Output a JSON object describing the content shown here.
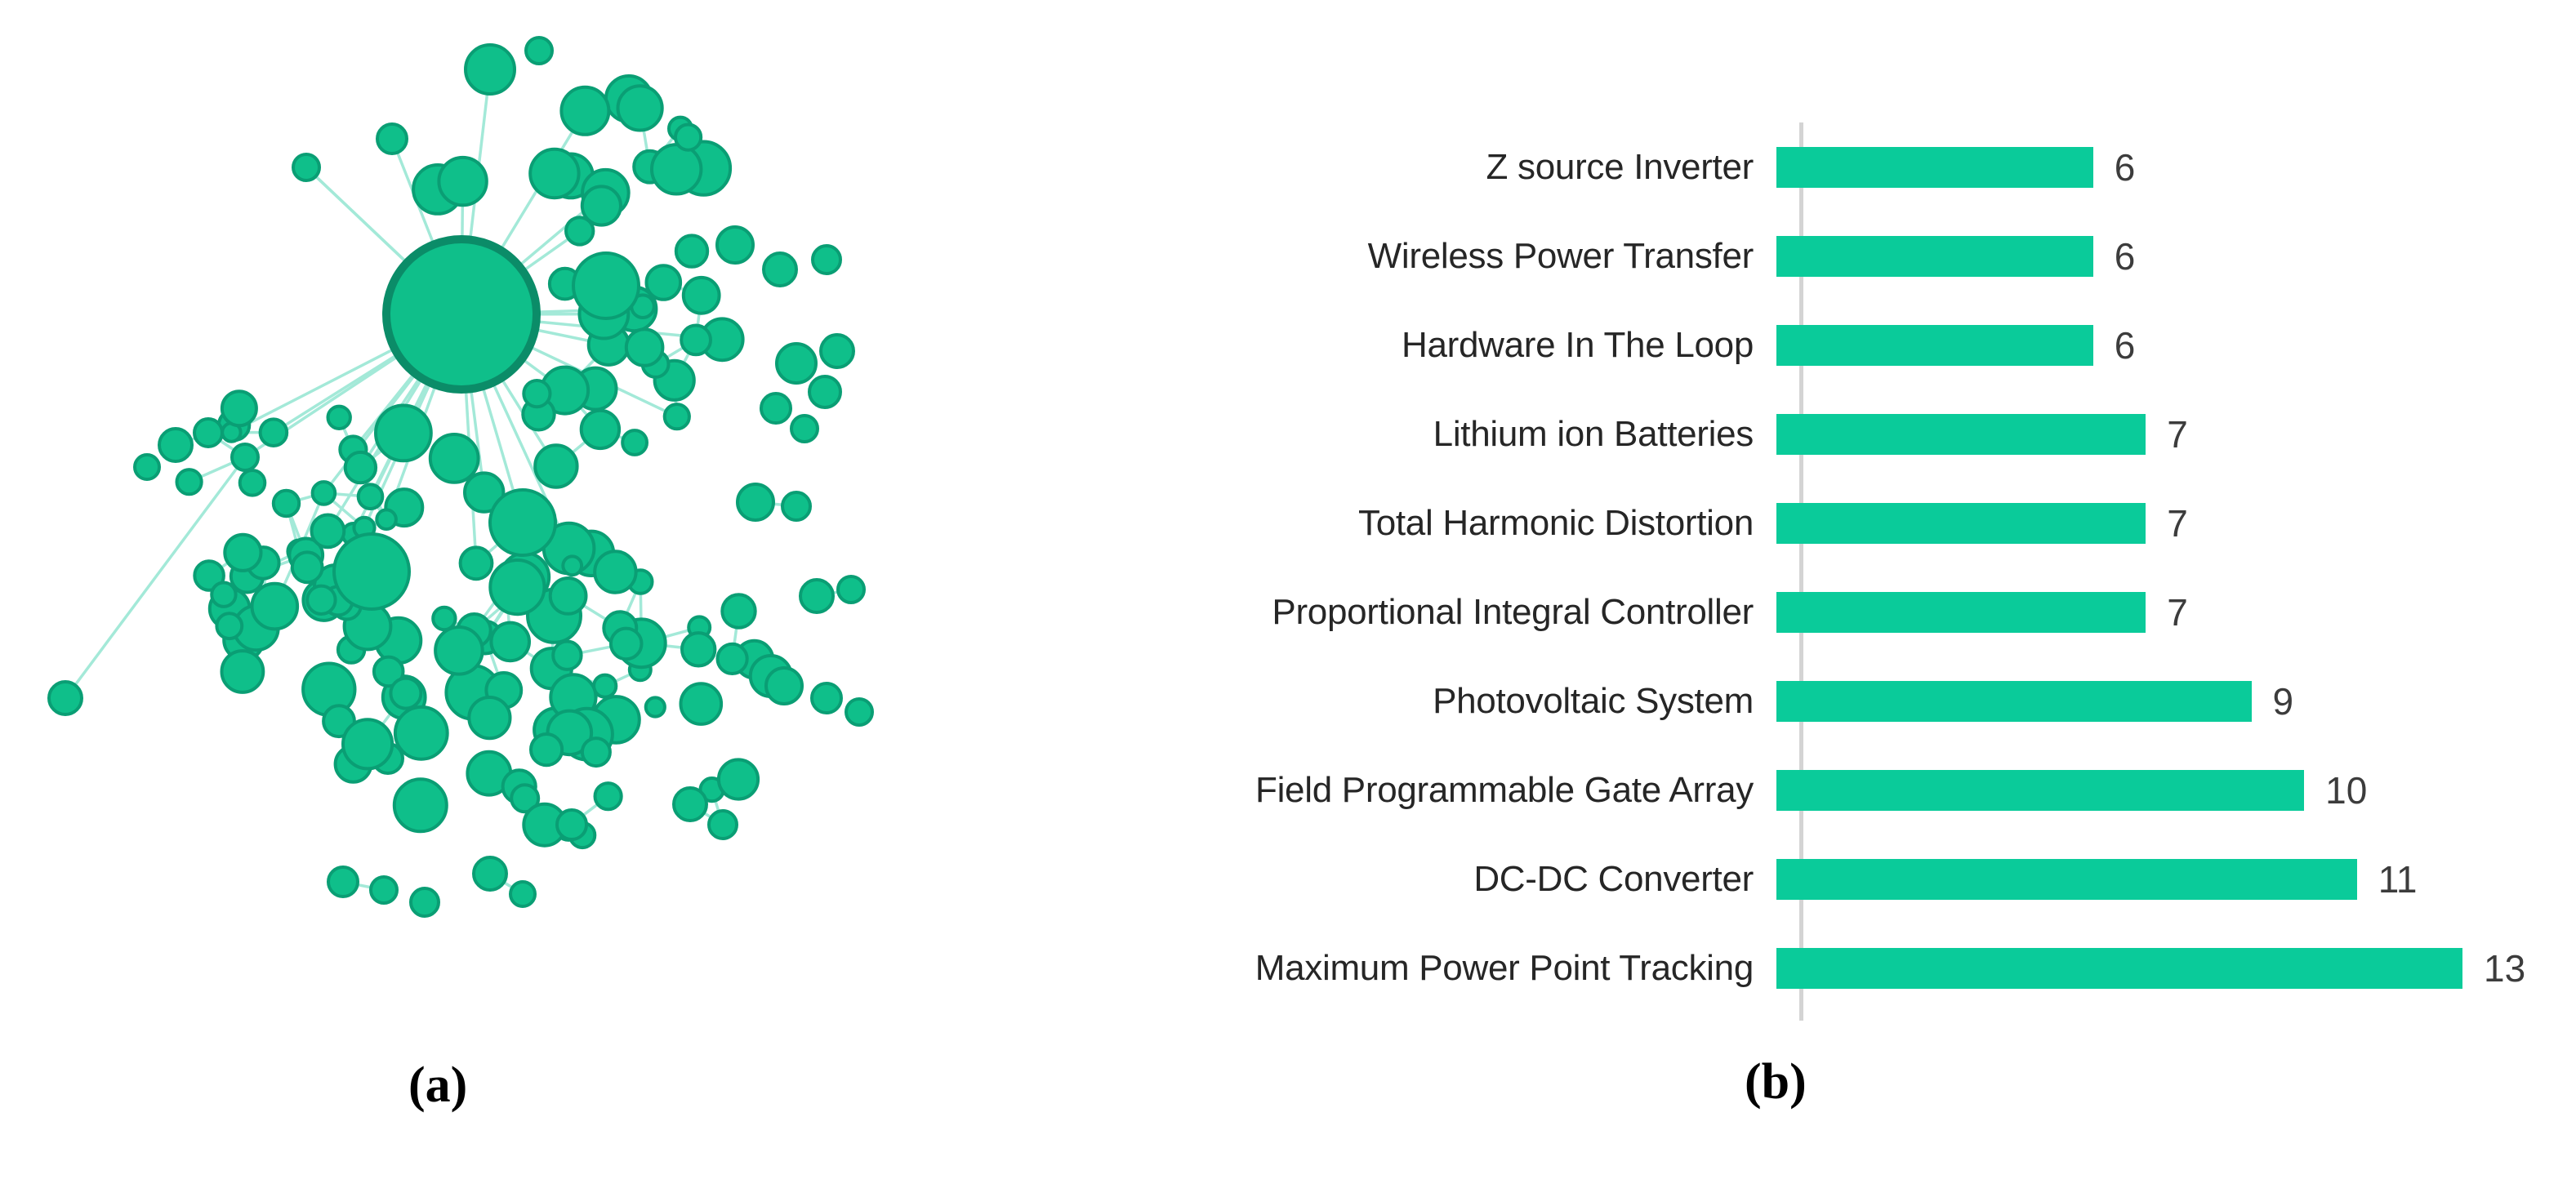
{
  "figure": {
    "background": "#ffffff",
    "accent_color": "#0ACB9A",
    "node_fill": "#0FBF8A",
    "node_stroke": "#0A9E74",
    "hub_stroke": "#0B8C68",
    "edge_color": "#9FE8D6",
    "axis_color": "#d4d4d4",
    "label_color": "#262626"
  },
  "panels": [
    {
      "id": "a",
      "caption": "(a)",
      "type": "network-graph"
    },
    {
      "id": "b",
      "caption": "(b)",
      "type": "bar"
    }
  ],
  "chart_data": {
    "type": "bar",
    "orientation": "horizontal",
    "title": "",
    "subtitle": "",
    "xlabel": "",
    "ylabel": "",
    "xlim": [
      0,
      13
    ],
    "grid": false,
    "legend": null,
    "value_labels": true,
    "categories": [
      "Z source Inverter",
      "Wireless Power Transfer",
      "Hardware In The Loop",
      "Lithium ion Batteries",
      "Total Harmonic Distortion",
      "Proportional Integral Controller",
      "Photovoltaic System",
      "Field Programmable Gate Array",
      "DC-DC Converter",
      "Maximum Power Point Tracking"
    ],
    "values": [
      6,
      6,
      6,
      7,
      7,
      7,
      9,
      10,
      11,
      13
    ],
    "bar_color": "#0ACB9A"
  },
  "network_data": {
    "description": "keyword co-occurrence network, single dominant hub node",
    "node_color": "#0FBF8A",
    "edge_color": "#9FE8D6",
    "hub_node": {
      "cx": 565,
      "cy": 385,
      "r": 92
    }
  }
}
